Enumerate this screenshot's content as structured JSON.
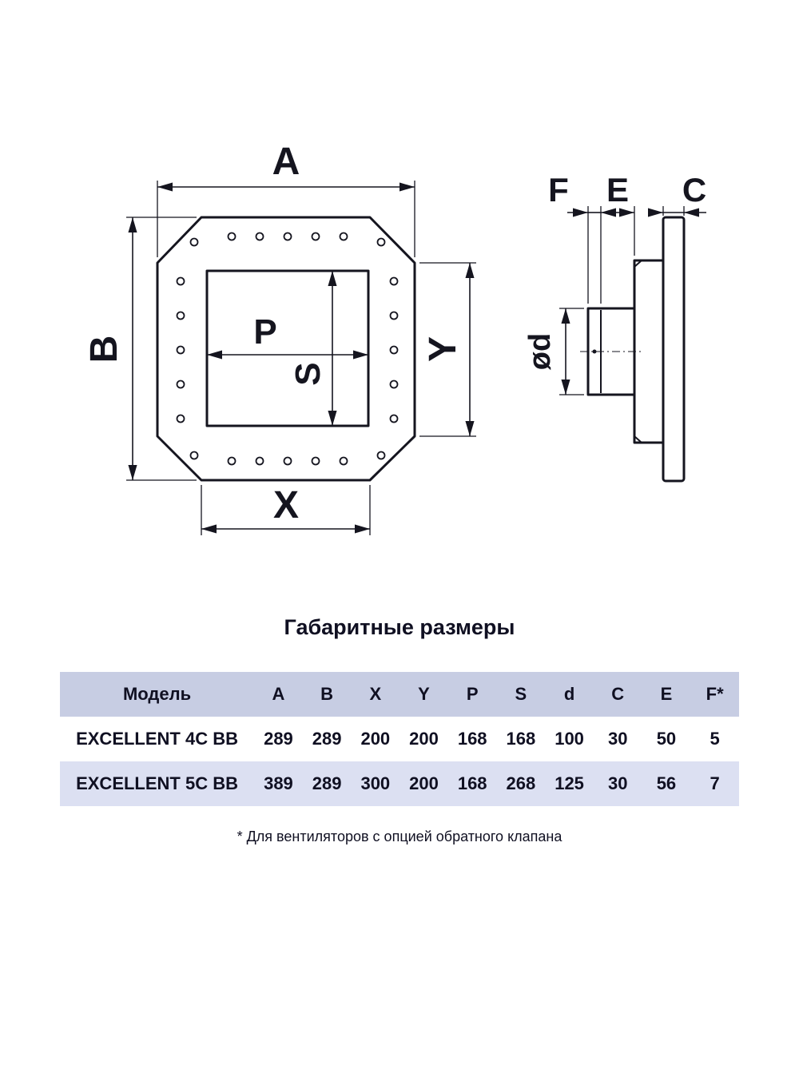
{
  "page": {
    "title": "Габаритные размеры",
    "footnote": "* Для вентиляторов с опцией обратного клапана"
  },
  "diagram": {
    "front": {
      "a": "A",
      "b": "B",
      "x": "X",
      "y": "Y",
      "p": "P",
      "s": "S"
    },
    "side": {
      "f": "F",
      "e": "E",
      "c": "C",
      "d": "ød"
    }
  },
  "table": {
    "headers": [
      "Модель",
      "A",
      "B",
      "X",
      "Y",
      "P",
      "S",
      "d",
      "C",
      "E",
      "F*"
    ],
    "rows": [
      {
        "cells": [
          "EXCELLENT 4C BB",
          "289",
          "289",
          "200",
          "200",
          "168",
          "168",
          "100",
          "30",
          "50",
          "5"
        ]
      },
      {
        "cells": [
          "EXCELLENT 5C BB",
          "389",
          "289",
          "300",
          "200",
          "168",
          "268",
          "125",
          "30",
          "56",
          "7"
        ]
      }
    ]
  },
  "colors": {
    "line": "#15151f",
    "text": "#101022",
    "table_header_bg": "#c7cde3",
    "table_row_alt_bg": "#dce0f2"
  }
}
